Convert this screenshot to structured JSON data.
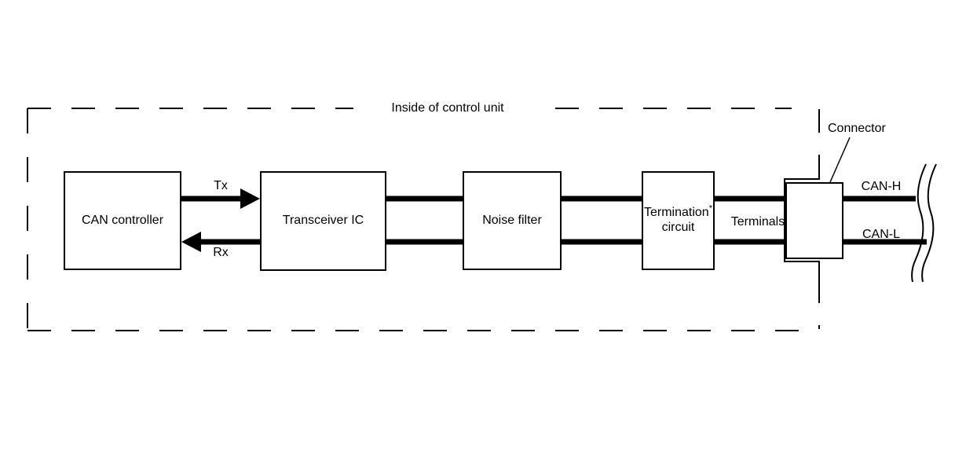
{
  "title": "Inside of control unit",
  "boxes": {
    "can_controller": {
      "label": "CAN controller"
    },
    "transceiver_ic": {
      "label": "Transceiver IC"
    },
    "noise_filter": {
      "label": "Noise filter"
    },
    "termination": {
      "line1": "Termination",
      "sup": "*",
      "line2": "circuit"
    }
  },
  "signals": {
    "tx": "Tx",
    "rx": "Rx"
  },
  "labels": {
    "terminals": "Terminals",
    "connector": "Connector",
    "can_h": "CAN-H",
    "can_l": "CAN-L"
  },
  "colors": {
    "line": "#000000",
    "background": "#ffffff",
    "box_fill": "#ffffff"
  }
}
